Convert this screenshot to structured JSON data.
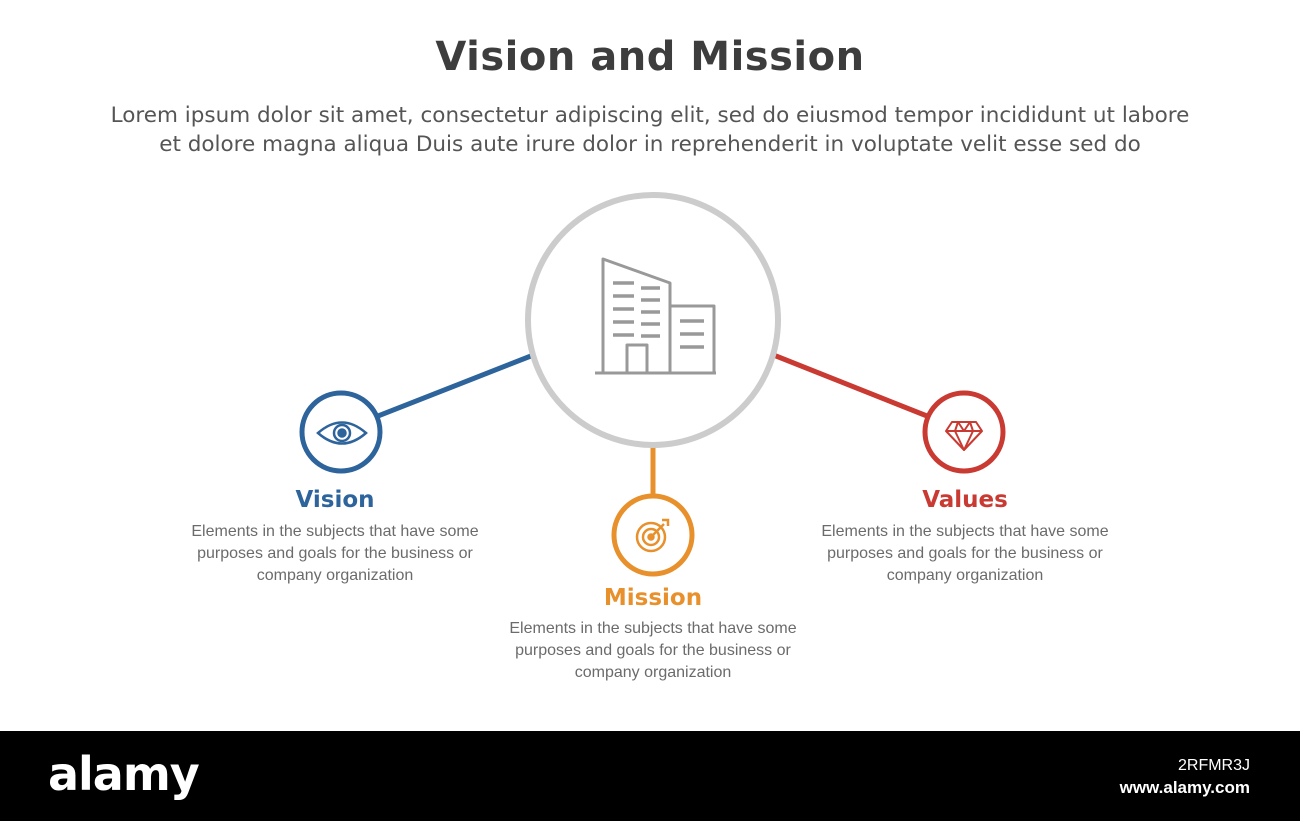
{
  "title": "Vision and Mission",
  "subtitle": {
    "line1": "Lorem ipsum dolor sit amet, consectetur adipiscing elit, sed do eiusmod tempor incididunt ut labore",
    "line2": "et dolore magna aliqua Duis aute irure dolor in reprehenderit in voluptate velit esse sed do"
  },
  "center": {
    "icon": "building-icon",
    "color": "#cccccc"
  },
  "items": [
    {
      "title": "Vision",
      "icon": "eye-icon",
      "color": "#2e649c",
      "desc": [
        "Elements in the subjects that have some",
        "purposes and goals for the business or",
        "company organization"
      ]
    },
    {
      "title": "Mission",
      "icon": "target-icon",
      "color": "#e8902c",
      "desc": [
        "Elements in the subjects that have some",
        "purposes and goals for the business or",
        "company organization"
      ]
    },
    {
      "title": "Values",
      "icon": "diamond-icon",
      "color": "#c93a32",
      "desc": [
        "Elements in the subjects that have some",
        "purposes and goals for the business or",
        "company organization"
      ]
    }
  ],
  "footer": {
    "brand": "alamy",
    "image_id": "2RFMR3J",
    "url": "www.alamy.com"
  }
}
